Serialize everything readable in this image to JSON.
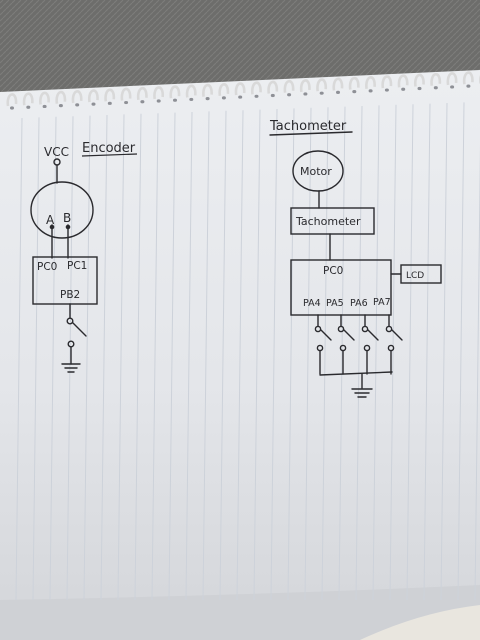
{
  "diagram": {
    "encoder": {
      "vcc_label": "VCC",
      "title": "Encoder",
      "channel_a": "A",
      "channel_b": "B",
      "pin_pc0": "PC0",
      "pin_pc1": "PC1",
      "pin_pb2": "PB2"
    },
    "tachometer": {
      "title": "Tachometer",
      "motor_label": "Motor",
      "tach_box_label": "Tachometer",
      "pin_pc0": "PC0",
      "lcd_label": "LCD",
      "pin_pa4": "PA4",
      "pin_pa5": "PA5",
      "pin_pa6": "PA6",
      "pin_pa7": "PA7"
    }
  },
  "colors": {
    "ink": "#2a2a2e",
    "paper": "#e7e8ea",
    "ruled_line": "#cdd2da",
    "table": "#6b6b69",
    "spiral": "#d9d9d9"
  }
}
